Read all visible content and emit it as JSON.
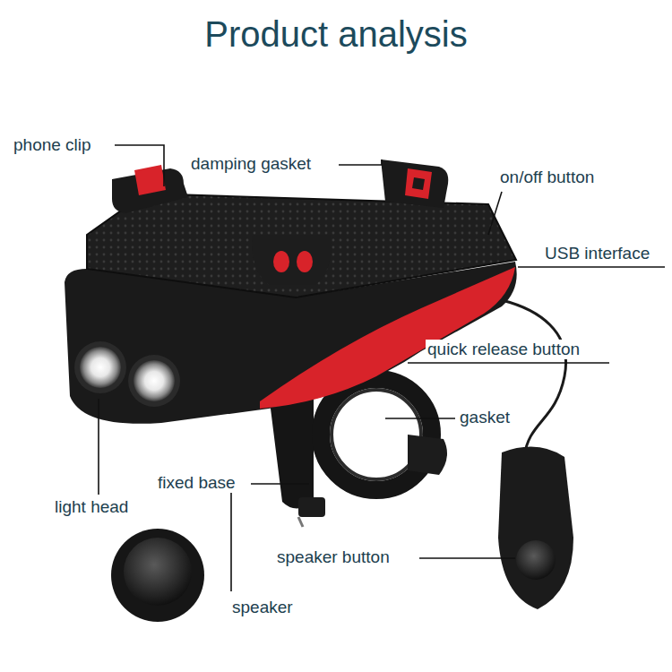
{
  "diagram": {
    "title": "Product analysis",
    "labels": [
      "phone clip",
      "damping gasket",
      "on/off button",
      "USB interface",
      "quick release button",
      "gasket",
      "fixed base",
      "light head",
      "speaker button",
      "speaker"
    ]
  }
}
